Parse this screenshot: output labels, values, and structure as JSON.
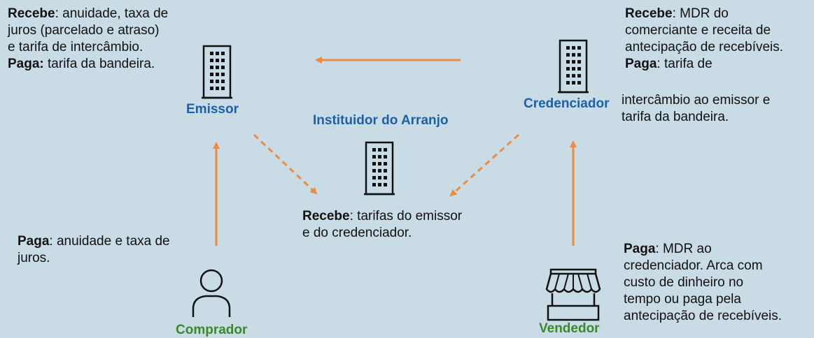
{
  "nodes": {
    "emissor": "Emissor",
    "credenciador": "Credenciador",
    "instituidor": "Instituidor do Arranjo",
    "comprador": "Comprador",
    "vendedor": "Vendedor"
  },
  "emissor_text": {
    "recebe_label": "Recebe",
    "recebe_line1": ": anuidade, taxa de",
    "recebe_line2": "juros (parcelado e atraso)",
    "recebe_line3": "e tarifa de intercâmbio.",
    "paga_label": "Paga:",
    "paga_text": " tarifa da bandeira."
  },
  "credenciador_text": {
    "recebe_label": "Recebe",
    "recebe_line1": ": MDR do",
    "recebe_line2": "comerciante e receita de",
    "recebe_line3": "antecipação de recebíveis.",
    "paga_label": "Paga",
    "paga_line1": ": tarifa de",
    "paga_line2": "intercâmbio ao emissor e",
    "paga_line3": "tarifa da bandeira."
  },
  "instituidor_text": {
    "recebe_label": "Recebe",
    "line1": ": tarifas do emissor",
    "line2": "e do credenciador."
  },
  "comprador_text": {
    "paga_label": "Paga",
    "line1": ": anuidade e taxa de",
    "line2": "juros."
  },
  "vendedor_text": {
    "paga_label": "Paga",
    "line1": ": MDR ao",
    "line2": "credenciador. Arca com",
    "line3": "custo de dinheiro no",
    "line4": "tempo ou paga pela",
    "line5": "antecipação de recebíveis."
  },
  "colors": {
    "background": "#c9dbe5",
    "arrow": "#f08a3c",
    "node_blue": "#1f5fa6",
    "node_green": "#3a8a2a"
  },
  "icons": {
    "emissor": "building-icon",
    "credenciador": "building-icon",
    "instituidor": "building-icon",
    "comprador": "person-icon",
    "vendedor": "storefront-icon"
  }
}
